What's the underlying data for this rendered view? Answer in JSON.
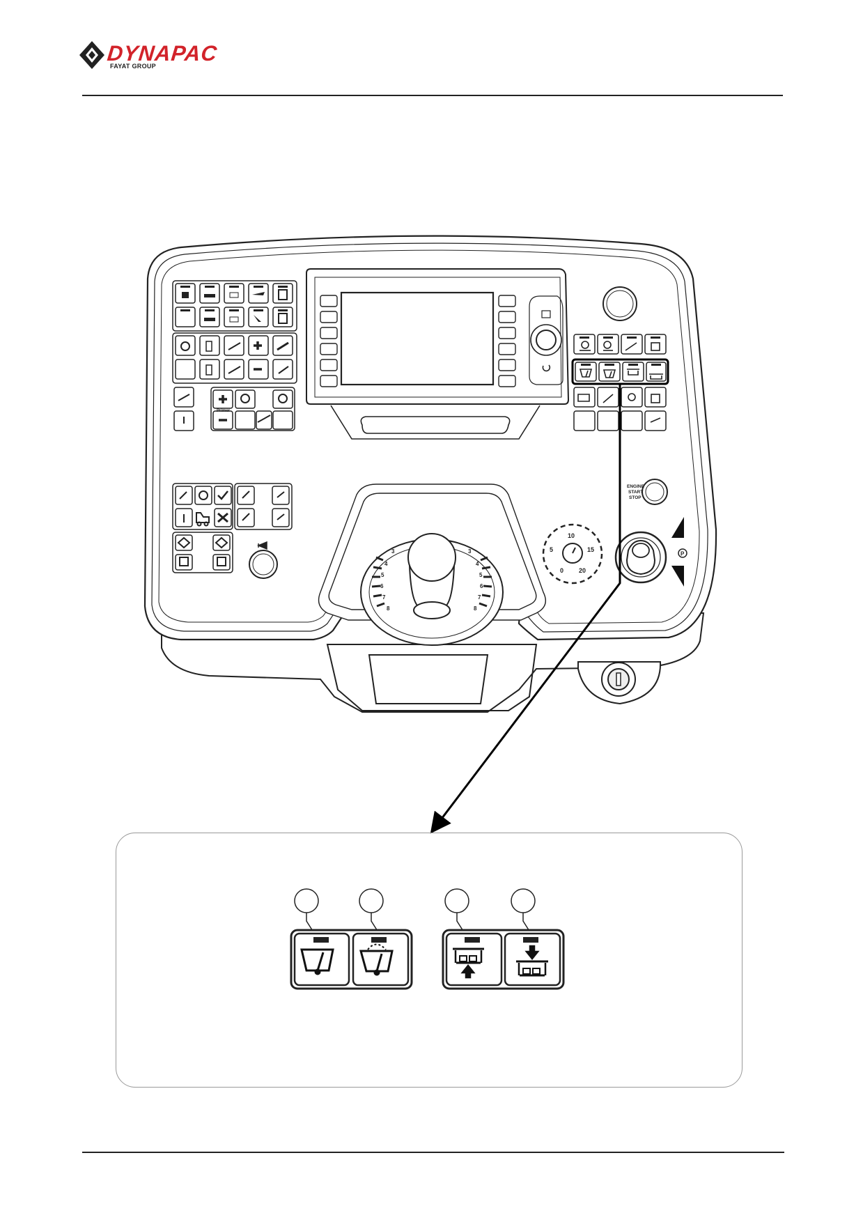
{
  "brand": {
    "name": "DYNAPAC",
    "group": "FAYAT GROUP",
    "color": "#d2232a"
  },
  "panel": {
    "engine_button_label": [
      "ENGINE",
      "START",
      "STOP"
    ],
    "speed_dial_ticks": [
      "10",
      "5",
      "15",
      "0",
      "20"
    ],
    "joystick_scale_left": [
      "3",
      "4",
      "5",
      "6",
      "7",
      "8"
    ],
    "joystick_scale_right": [
      "3",
      "4",
      "5",
      "6",
      "7",
      "8"
    ],
    "parking_symbol": "P",
    "small_button_text": "Primer"
  },
  "detail": {
    "buttons": [
      {
        "icon": "wiper-front-icon"
      },
      {
        "icon": "wiper-washer-icon"
      },
      {
        "icon": "screed-raise-icon"
      },
      {
        "icon": "screed-lower-icon"
      }
    ]
  }
}
